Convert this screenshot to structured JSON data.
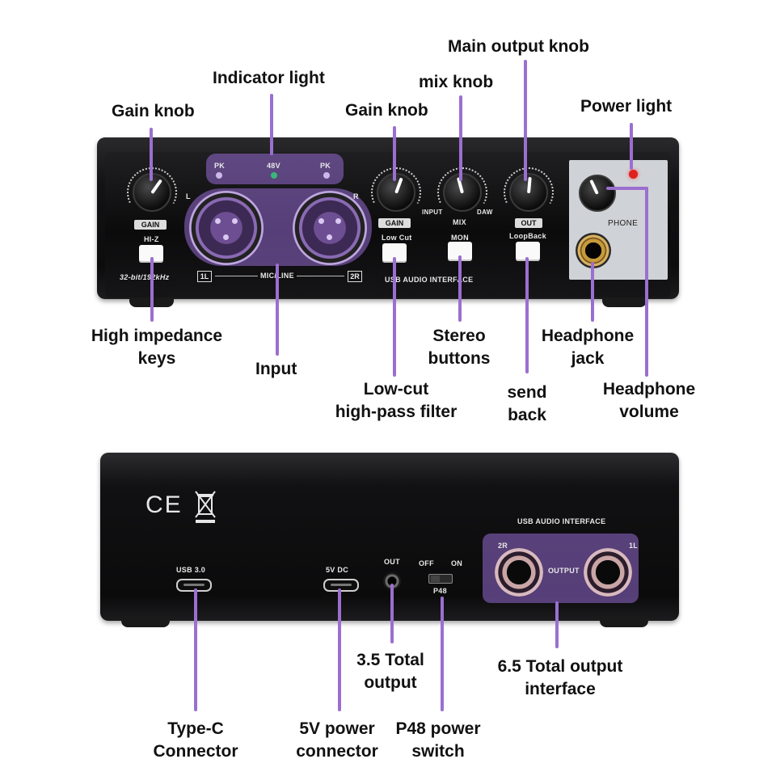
{
  "labels": {
    "main_output_knob": "Main output knob",
    "mix_knob": "mix knob",
    "indicator_light": "Indicator light",
    "gain_knob_left": "Gain knob",
    "gain_knob_right": "Gain knob",
    "power_light": "Power light",
    "high_impedance_keys": [
      "High impedance",
      "keys"
    ],
    "input": "Input",
    "stereo_buttons": [
      "Stereo",
      "buttons"
    ],
    "headphone_jack": [
      "Headphone",
      "jack"
    ],
    "low_cut": [
      "Low-cut",
      "high-pass filter"
    ],
    "send_back": [
      "send",
      "back"
    ],
    "headphone_volume": [
      "Headphone",
      "volume"
    ],
    "total_output_35": [
      "3.5 Total",
      "output"
    ],
    "total_output_65": [
      "6.5 Total output",
      "interface"
    ],
    "type_c": [
      "Type-C",
      "Connector"
    ],
    "power_connector": [
      "5V power",
      "connector"
    ],
    "p48_switch": [
      "P48 power",
      "switch"
    ]
  },
  "front_panel": {
    "pk_left": "PK",
    "v48": "48V",
    "pk_right": "PK",
    "gain_left": "GAIN",
    "hiz": "HI-Z",
    "spec": "32-bit/192kHz",
    "ch_l": "L",
    "ch_r": "R",
    "in_1l": "1L",
    "mic_line": "MIC/LINE",
    "in_2r": "2R",
    "gain_right": "GAIN",
    "low_cut": "Low Cut",
    "input": "INPUT",
    "mix": "MIX",
    "daw": "DAW",
    "mon": "MON",
    "out": "OUT",
    "loopback": "LoopBack",
    "phone": "PHONE",
    "usb_audio_interface": "USB AUDIO INTERFACE"
  },
  "back_panel": {
    "ce": "CE",
    "usb_audio_interface": "USB AUDIO INTERFACE",
    "usb30": "USB 3.0",
    "dc5v": "5V DC",
    "out": "OUT",
    "off": "OFF",
    "on": "ON",
    "p48": "P48",
    "out_2r": "2R",
    "output": "OUTPUT",
    "out_1l": "1L"
  },
  "colors": {
    "accent_line": "#9b6fd0",
    "highlight": "#9669d2",
    "power_led": "#e02020",
    "led_48v": "#38b878"
  }
}
